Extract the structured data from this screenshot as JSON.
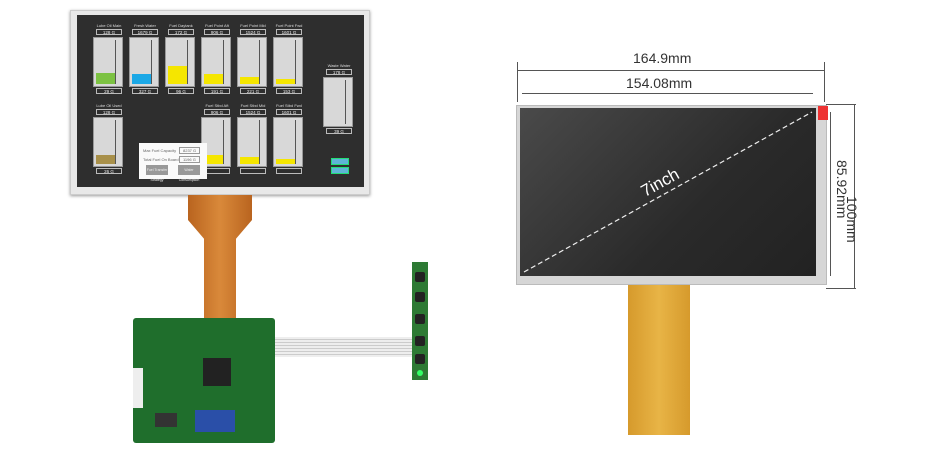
{
  "screen": {
    "gauges_top": [
      {
        "label": "Lube Oil Main",
        "capacity": "128 G",
        "value": "29 G",
        "fill": 0.23,
        "color": "#7cc242"
      },
      {
        "label": "Fresh Water",
        "capacity": "1679 G",
        "value": "327 G",
        "fill": 0.22,
        "color": "#1ba8e6"
      },
      {
        "label": "Fuel Daytank",
        "capacity": "172 G",
        "value": "96 G",
        "fill": 0.4,
        "color": "#f5e600"
      },
      {
        "label": "Fuel Point Aft",
        "capacity": "906 G",
        "value": "191 G",
        "fill": 0.22,
        "color": "#f5e600"
      },
      {
        "label": "Fuel Point Mid",
        "capacity": "1524 G",
        "value": "221 G",
        "fill": 0.15,
        "color": "#f5e600"
      },
      {
        "label": "Fuel Point Fwd",
        "capacity": "1601 G",
        "value": "153 G",
        "fill": 0.1,
        "color": "#f5e600"
      }
    ],
    "gauges_bottom": [
      {
        "label": "Lube Oil Used",
        "capacity": "128 G",
        "value": "26 G",
        "fill": 0.2,
        "color": "#a8904a"
      },
      {
        "label": "Fuel Stbd Aft",
        "capacity": "906 G",
        "value": "",
        "fill": 0.2,
        "color": "#f5e600"
      },
      {
        "label": "Fuel Stbd Mid",
        "capacity": "1524 G",
        "value": "",
        "fill": 0.15,
        "color": "#f5e600"
      },
      {
        "label": "Fuel Stbd Fwd",
        "capacity": "1601 G",
        "value": "",
        "fill": 0.1,
        "color": "#f5e600"
      }
    ],
    "waste": {
      "label": "Waste Water",
      "capacity": "178 G",
      "value": "39 G",
      "fill": 0.15,
      "color": "#d8d8d8"
    },
    "info": {
      "max_label": "Max Fuel Capacity",
      "max_value": "8237 G",
      "total_label": "Total Fuel On Board",
      "total_value": "1196 G",
      "btn1": "Fuel Transfer Strategy",
      "btn2": "Water Consumption"
    }
  },
  "dimensions": {
    "outer_width": "164.9mm",
    "active_width": "154.08mm",
    "diagonal": "7inch",
    "outer_height": "100mm",
    "active_height": "85.92mm"
  }
}
